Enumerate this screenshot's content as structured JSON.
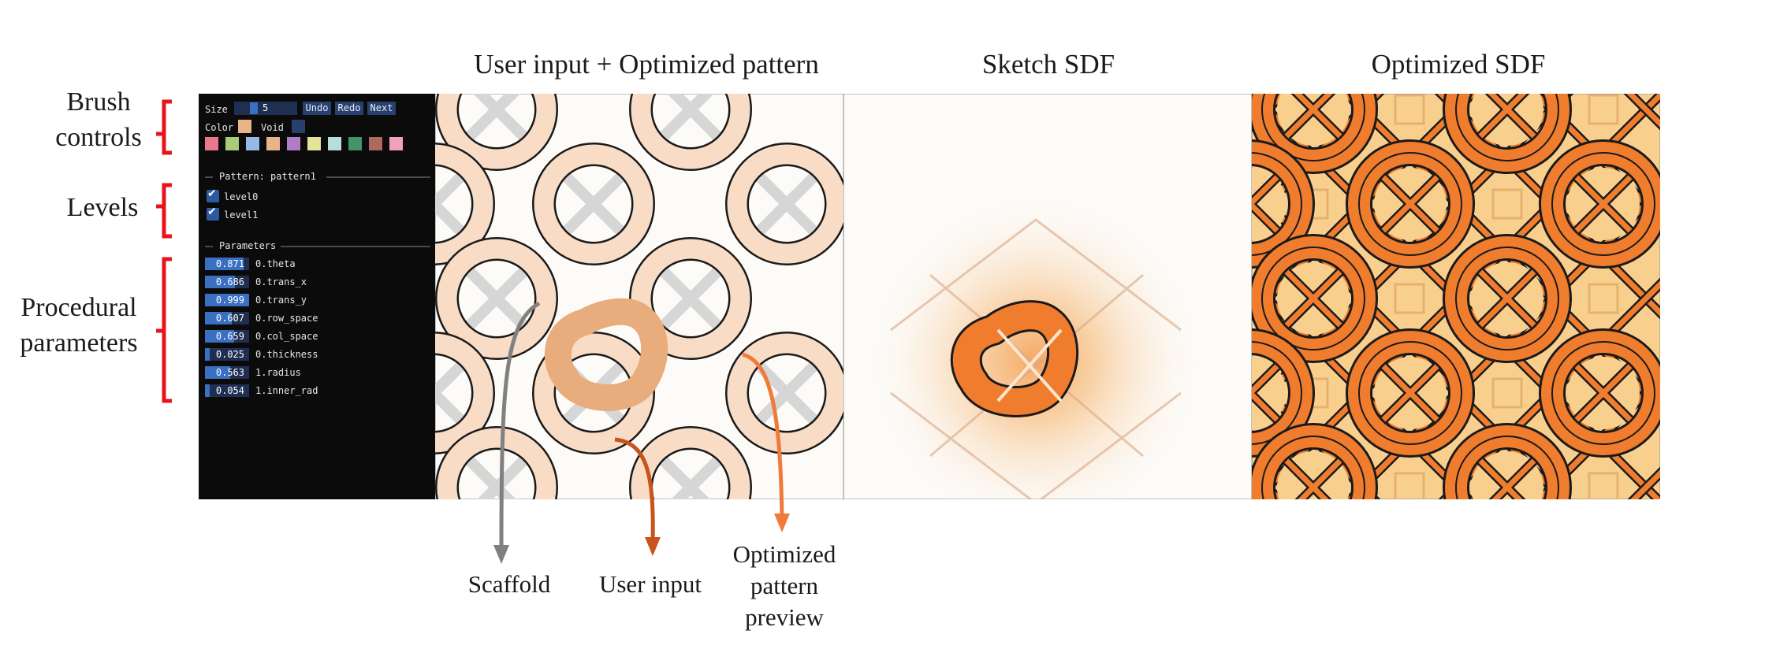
{
  "titles": {
    "canvas": "User input + Optimized pattern",
    "sketch_sdf": "Sketch SDF",
    "optimized_sdf": "Optimized SDF"
  },
  "side_labels": {
    "brush": [
      "Brush",
      "controls"
    ],
    "levels": "Levels",
    "procedural": [
      "Procedural",
      "parameters"
    ]
  },
  "annotations": {
    "scaffold": "Scaffold",
    "user_input": "User input",
    "preview": [
      "Optimized",
      "pattern",
      "preview"
    ]
  },
  "ui": {
    "size_label": "Size",
    "size_value": "5",
    "undo": "Undo",
    "redo": "Redo",
    "next": "Next",
    "color_label": "Color",
    "void_label": "Void",
    "selected_color": "#e9b488",
    "void_color": "#28406e",
    "palette": [
      "#e8788a",
      "#a8cc78",
      "#98b8e6",
      "#e9b488",
      "#b07cc6",
      "#e6e29a",
      "#b4e0d6",
      "#44946a",
      "#ad6a5c",
      "#f2a0c0"
    ],
    "pattern_header": "Pattern: pattern1",
    "levels": [
      {
        "label": "level0",
        "checked": true
      },
      {
        "label": "level1",
        "checked": true
      }
    ],
    "parameters_header": "Parameters",
    "params": [
      {
        "value": "0.871",
        "name": "0.theta",
        "fill": 0.871
      },
      {
        "value": "0.686",
        "name": "0.trans_x",
        "fill": 0.686
      },
      {
        "value": "0.999",
        "name": "0.trans_y",
        "fill": 0.999
      },
      {
        "value": "0.607",
        "name": "0.row_space",
        "fill": 0.607
      },
      {
        "value": "0.659",
        "name": "0.col_space",
        "fill": 0.659
      },
      {
        "value": "0.025",
        "name": "0.thickness",
        "fill": 0.025
      },
      {
        "value": "0.563",
        "name": "1.radius",
        "fill": 0.563
      },
      {
        "value": "0.054",
        "name": "1.inner_rad",
        "fill": 0.054
      }
    ]
  },
  "colors": {
    "bracket": "#e8141b",
    "scaffold": "#808080",
    "user_input": "#c8531c",
    "preview": "#f07a3a"
  }
}
